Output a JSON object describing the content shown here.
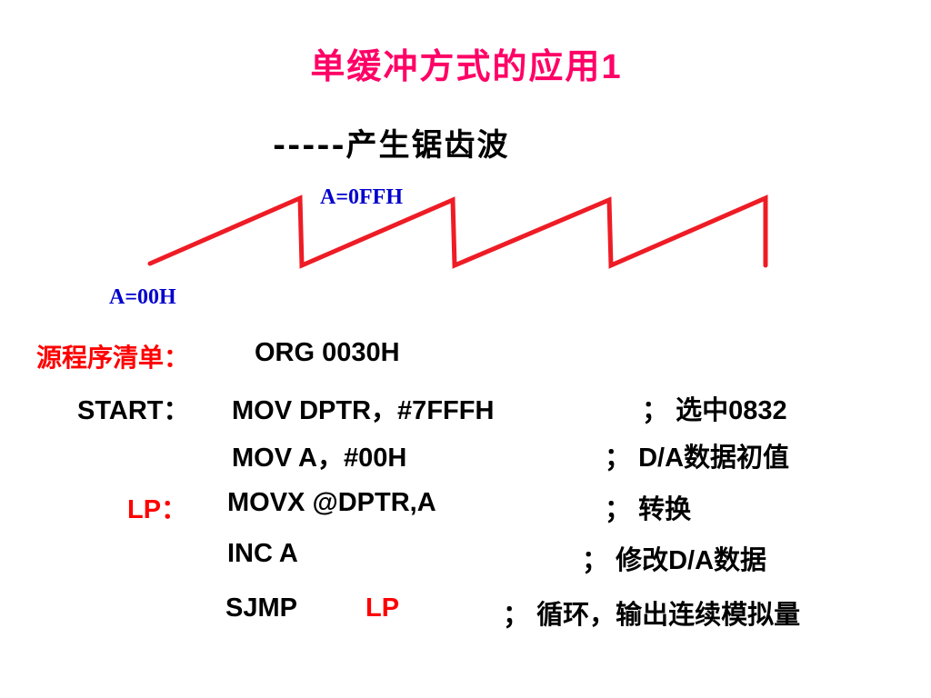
{
  "title": {
    "text": "单缓冲方式的应用",
    "num": "1"
  },
  "subtitle": "-----产生锯齿波",
  "waveform": {
    "top_label": "A=0FFH",
    "bottom_label": "A=00H",
    "line_color": "#ee1c25",
    "label_color": "#0000cc"
  },
  "listing": {
    "label": "源程序清单：",
    "org": "ORG  0030H",
    "lines": [
      {
        "label": "START：",
        "instr": "MOV  DPTR，#7FFFH",
        "sep": "；",
        "comment_cn": "选中",
        "comment_tail": "0832"
      },
      {
        "label": "",
        "instr": "MOV  A，#00H",
        "sep": "；",
        "comment_lead": "D/A",
        "comment_cn": "数据初值"
      },
      {
        "label": "LP：",
        "instr": "MOVX   @DPTR,A",
        "sep": "；",
        "comment_cn": "转换"
      },
      {
        "label": "",
        "instr": "INC   A",
        "sep": "；",
        "comment_cn": "修改",
        "comment_tail": "D/A",
        "comment_cn2": "数据"
      },
      {
        "label": "",
        "instr": "SJMP",
        "operand": "LP",
        "sep": "；",
        "comment_cn": "循环，输出连续模拟量"
      }
    ]
  },
  "colors": {
    "title": "#ff0066",
    "accent_red": "#ff0000",
    "text": "#000000"
  }
}
